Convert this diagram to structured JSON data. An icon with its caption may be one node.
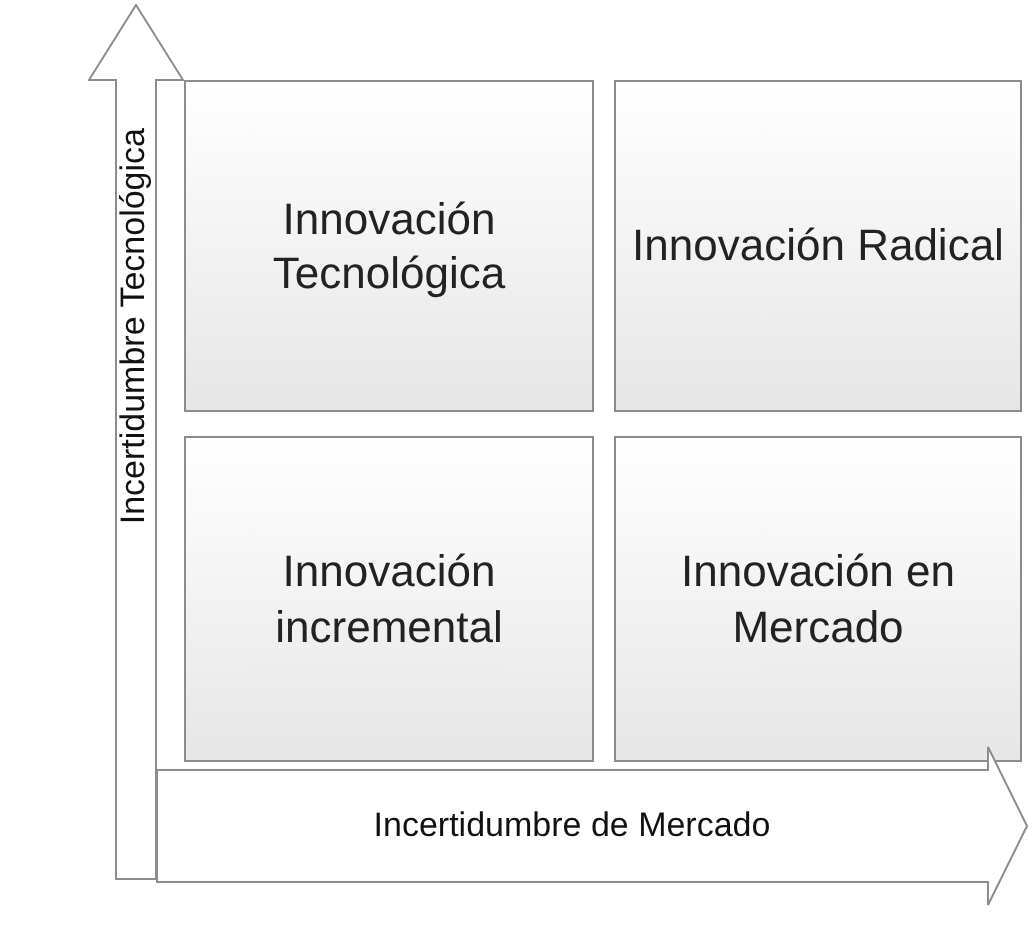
{
  "diagram": {
    "nodes": [
      {
        "text": [
          "Incertidumbre Tecnológica"
        ]
      },
      {
        "text": [
          "Innovación Tecnológica"
        ]
      },
      {
        "text": [
          "Innovación Radical"
        ]
      },
      {
        "text": [
          "Innovación incremental"
        ]
      },
      {
        "text": [
          "Innovación en Mercado"
        ]
      },
      {
        "text": [
          "Incertidumbre de Mercado"
        ]
      }
    ]
  }
}
